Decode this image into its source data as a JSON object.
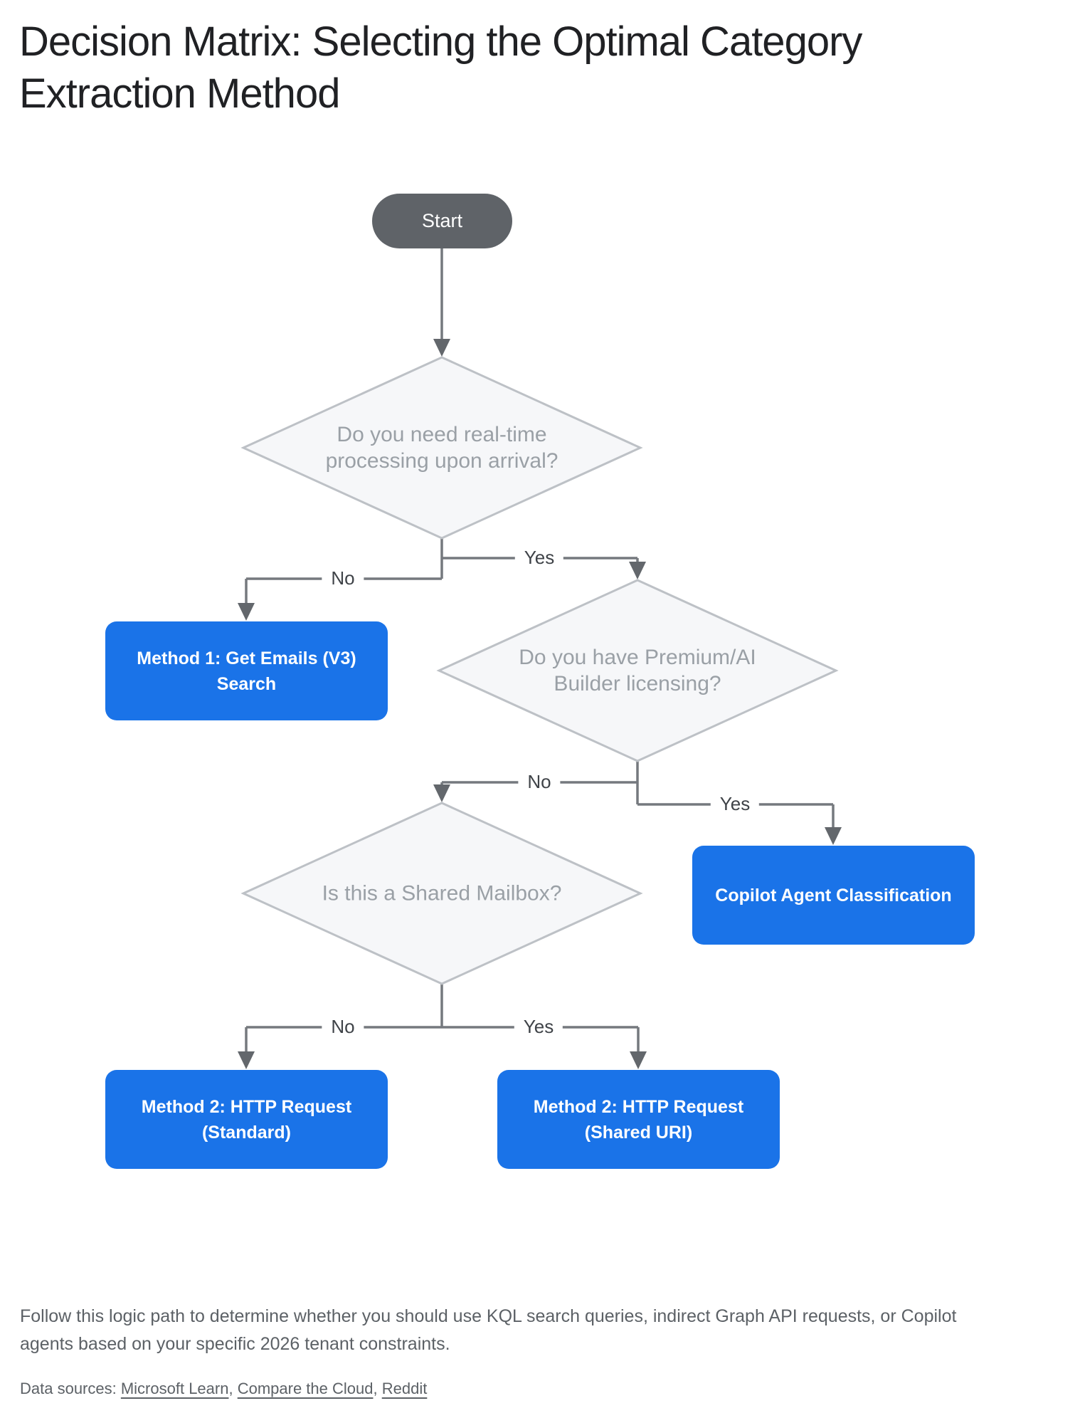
{
  "title": "Decision Matrix: Selecting the Optimal Category\nExtraction Method",
  "colors": {
    "action_blue": "#1a73e8",
    "start_gray": "#5f6368",
    "connector_gray": "#75797e",
    "diamond_fill": "#f6f7f9",
    "diamond_border": "#bdc1c6",
    "diamond_text": "#9aa0a6",
    "title_text": "#202124",
    "footer_text": "#5c6166"
  },
  "flowchart": {
    "start_label": "Start",
    "labels": {
      "yes": "Yes",
      "no": "No"
    },
    "decisions": [
      {
        "question": "Do you need real-time\nprocessing upon arrival?"
      },
      {
        "question": "Do you have Premium/AI\nBuilder licensing?"
      },
      {
        "question": "Is this a Shared Mailbox?"
      }
    ],
    "outcomes": [
      {
        "label": "Method 1: Get Emails (V3)\nSearch"
      },
      {
        "label": "Copilot Agent Classification"
      },
      {
        "label": "Method 2: HTTP Request\n(Standard)"
      },
      {
        "label": "Method 2: HTTP Request\n(Shared URI)"
      }
    ]
  },
  "footer": {
    "description": "Follow this logic path to determine whether you should use KQL search queries, indirect Graph API requests, or Copilot\nagents based on your specific 2026 tenant constraints.",
    "sources_label": "Data sources: ",
    "sources": [
      {
        "label": "Microsoft Learn"
      },
      {
        "label": "Compare the Cloud"
      },
      {
        "label": "Reddit"
      }
    ],
    "separator": ", "
  }
}
